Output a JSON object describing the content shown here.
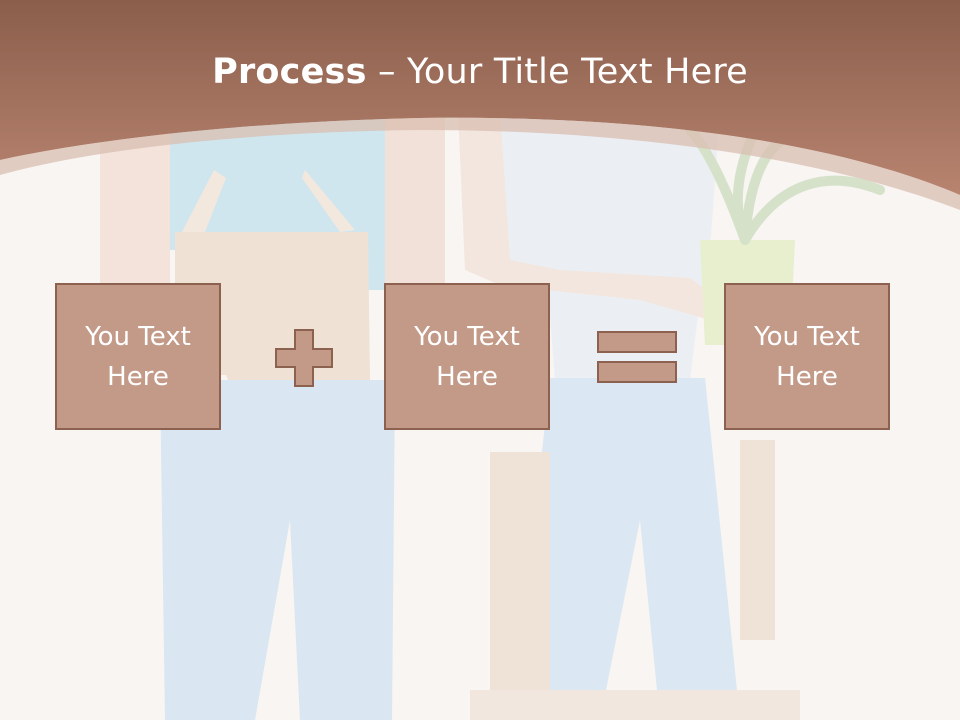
{
  "slide": {
    "title_bold": "Process",
    "title_rest": " – Your Title Text Here",
    "boxes": [
      {
        "text": "You Text Here"
      },
      {
        "text": "You Text Here"
      },
      {
        "text": "You Text Here"
      }
    ],
    "operators": [
      "plus-icon",
      "equals-icon"
    ],
    "colors": {
      "header": "#a97660",
      "box_fill": "#c39a88",
      "box_border": "#8c6150"
    }
  }
}
